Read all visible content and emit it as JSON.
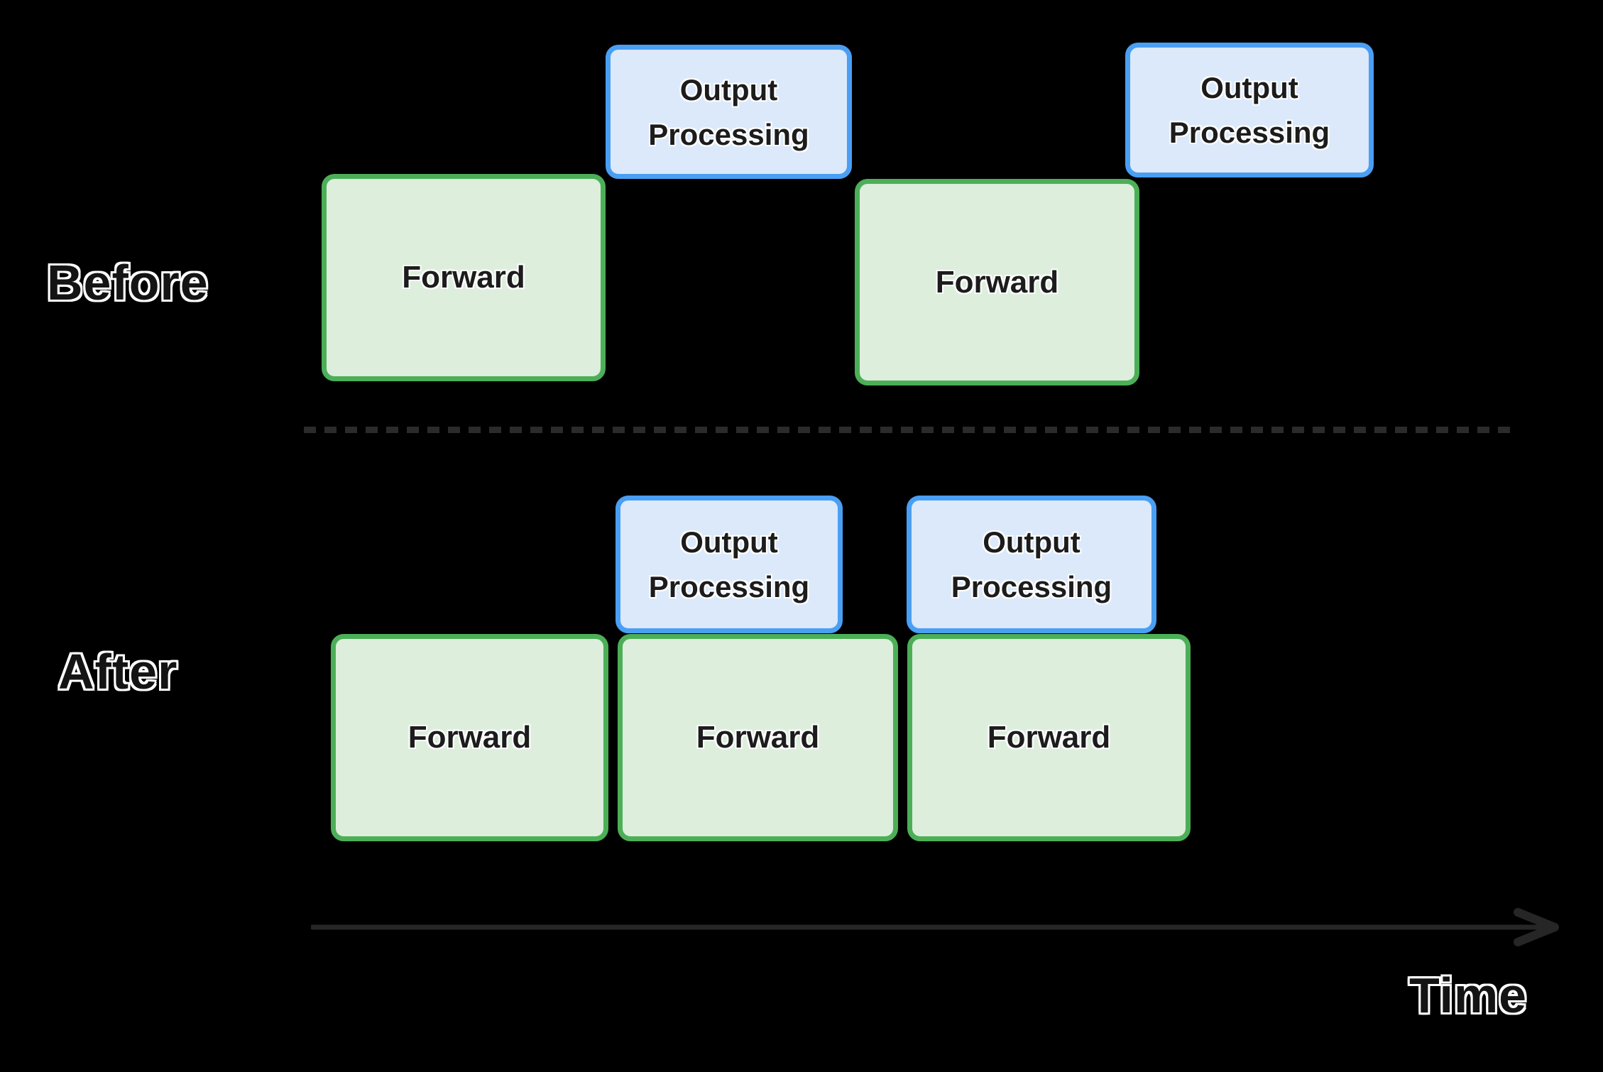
{
  "sections": {
    "before": {
      "label": "Before",
      "boxes": [
        {
          "type": "forward",
          "label": "Forward"
        },
        {
          "type": "output",
          "label": "Output Processing"
        },
        {
          "type": "forward",
          "label": "Forward"
        },
        {
          "type": "output",
          "label": "Output Processing"
        }
      ]
    },
    "after": {
      "label": "After",
      "boxes": [
        {
          "type": "output",
          "label": "Output Processing"
        },
        {
          "type": "output",
          "label": "Output Processing"
        },
        {
          "type": "forward",
          "label": "Forward"
        },
        {
          "type": "forward",
          "label": "Forward"
        },
        {
          "type": "forward",
          "label": "Forward"
        }
      ]
    }
  },
  "axis": {
    "label": "Time"
  },
  "colors": {
    "background": "#000000",
    "forward_fill": "#ddeedd",
    "forward_border": "#4caf57",
    "output_fill": "#dbe9fb",
    "output_border": "#4a9ff3",
    "divider": "#2b2b2b",
    "arrow": "#262626",
    "label_text": "#141414",
    "label_outline": "#ffffff"
  }
}
